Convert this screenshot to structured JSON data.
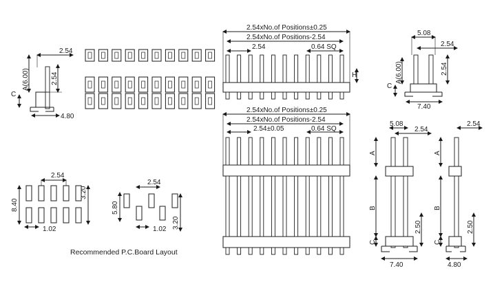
{
  "caption": "Recommended P.C.Board Layout",
  "front_top": {
    "overall": "2.54xNo.of Positions±0.25",
    "inner": "2.54xNo.of Positions-2.54",
    "pitch": "2.54",
    "pin_size": "0.64 SQ",
    "height": "H"
  },
  "front_bottom": {
    "overall": "2.54xNo.of Positions±0.25",
    "inner": "2.54xNo.of Positions-2.54",
    "pitch": "2.54±0.05",
    "pin_size": "0.64 SQ"
  },
  "side_single": {
    "pitch": "2.54",
    "a_label": "A(6.00)",
    "tail": "2.54",
    "c_label": "C",
    "base": "4.80"
  },
  "side_double": {
    "row_pitch": "5.08",
    "pitch": "2.54",
    "a_label": "A(6.00)",
    "tail": "2.54",
    "c_label": "C",
    "base": "7.40"
  },
  "side_double_tall": {
    "row_pitch": "5.08",
    "pitch": "2.54",
    "a_label": "A",
    "b_label": "B",
    "c_label": "C",
    "tail": "2.50",
    "base": "7.40"
  },
  "side_single_tall": {
    "pitch": "2.54",
    "a_label": "A",
    "b_label": "B",
    "c_label": "C",
    "tail": "2.50",
    "base": "4.80"
  },
  "layout_double": {
    "pitch": "2.54",
    "row": "8.40",
    "offset": "3.20",
    "pad": "1.02"
  },
  "layout_single": {
    "pitch": "2.54",
    "row": "5.80",
    "offset": "3.20",
    "pad": "1.02"
  }
}
